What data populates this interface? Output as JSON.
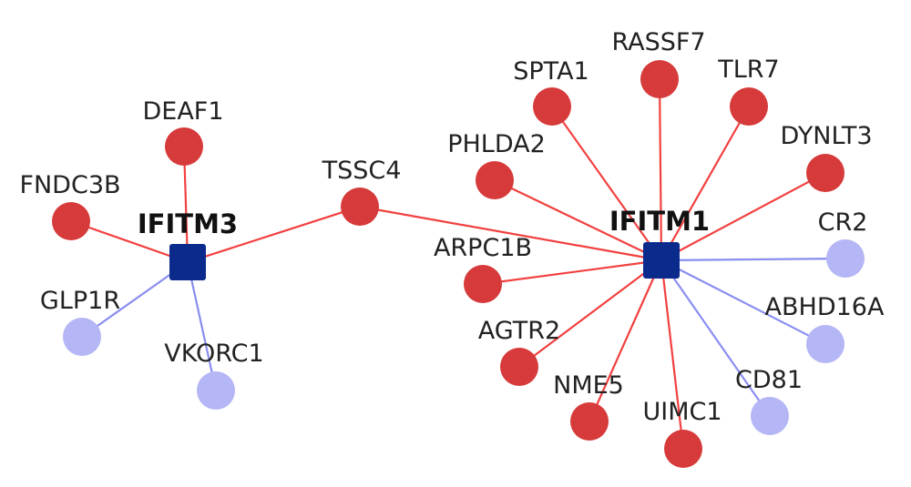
{
  "colors": {
    "hub": "#0a2a8c",
    "positive_node": "#d63a3a",
    "negative_node": "#b4b6f5",
    "positive_edge": "#f24040",
    "negative_edge": "#8a8ef0"
  },
  "network": {
    "hubs": [
      {
        "id": "IFITM3",
        "label": "IFITM3"
      },
      {
        "id": "IFITM1",
        "label": "IFITM1"
      }
    ],
    "nodes": [
      {
        "id": "DEAF1",
        "label": "DEAF1",
        "type": "positive"
      },
      {
        "id": "FNDC3B",
        "label": "FNDC3B",
        "type": "positive"
      },
      {
        "id": "GLP1R",
        "label": "GLP1R",
        "type": "negative"
      },
      {
        "id": "VKORC1",
        "label": "VKORC1",
        "type": "negative"
      },
      {
        "id": "TSSC4",
        "label": "TSSC4",
        "type": "positive"
      },
      {
        "id": "PHLDA2",
        "label": "PHLDA2",
        "type": "positive"
      },
      {
        "id": "SPTA1",
        "label": "SPTA1",
        "type": "positive"
      },
      {
        "id": "RASSF7",
        "label": "RASSF7",
        "type": "positive"
      },
      {
        "id": "TLR7",
        "label": "TLR7",
        "type": "positive"
      },
      {
        "id": "DYNLT3",
        "label": "DYNLT3",
        "type": "positive"
      },
      {
        "id": "CR2",
        "label": "CR2",
        "type": "negative"
      },
      {
        "id": "ABHD16A",
        "label": "ABHD16A",
        "type": "negative"
      },
      {
        "id": "CD81",
        "label": "CD81",
        "type": "negative"
      },
      {
        "id": "UIMC1",
        "label": "UIMC1",
        "type": "positive"
      },
      {
        "id": "NME5",
        "label": "NME5",
        "type": "positive"
      },
      {
        "id": "AGTR2",
        "label": "AGTR2",
        "type": "positive"
      },
      {
        "id": "ARPC1B",
        "label": "ARPC1B",
        "type": "positive"
      }
    ],
    "edges": [
      {
        "source": "IFITM3",
        "target": "DEAF1",
        "type": "positive"
      },
      {
        "source": "IFITM3",
        "target": "FNDC3B",
        "type": "positive"
      },
      {
        "source": "IFITM3",
        "target": "GLP1R",
        "type": "negative"
      },
      {
        "source": "IFITM3",
        "target": "VKORC1",
        "type": "negative"
      },
      {
        "source": "IFITM3",
        "target": "TSSC4",
        "type": "positive"
      },
      {
        "source": "IFITM1",
        "target": "TSSC4",
        "type": "positive"
      },
      {
        "source": "IFITM1",
        "target": "PHLDA2",
        "type": "positive"
      },
      {
        "source": "IFITM1",
        "target": "SPTA1",
        "type": "positive"
      },
      {
        "source": "IFITM1",
        "target": "RASSF7",
        "type": "positive"
      },
      {
        "source": "IFITM1",
        "target": "TLR7",
        "type": "positive"
      },
      {
        "source": "IFITM1",
        "target": "DYNLT3",
        "type": "positive"
      },
      {
        "source": "IFITM1",
        "target": "CR2",
        "type": "negative"
      },
      {
        "source": "IFITM1",
        "target": "ABHD16A",
        "type": "negative"
      },
      {
        "source": "IFITM1",
        "target": "CD81",
        "type": "negative"
      },
      {
        "source": "IFITM1",
        "target": "UIMC1",
        "type": "positive"
      },
      {
        "source": "IFITM1",
        "target": "NME5",
        "type": "positive"
      },
      {
        "source": "IFITM1",
        "target": "AGTR2",
        "type": "positive"
      },
      {
        "source": "IFITM1",
        "target": "ARPC1B",
        "type": "positive"
      }
    ]
  }
}
